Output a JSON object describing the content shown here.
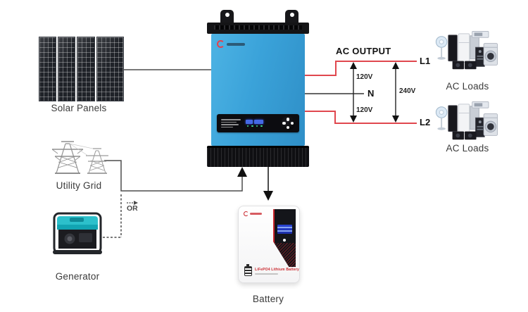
{
  "components": {
    "solar_panels": {
      "label": "Solar Panels"
    },
    "utility_grid": {
      "label": "Utility Grid"
    },
    "generator": {
      "label": "Generator"
    },
    "or_connector": {
      "label": "OR"
    },
    "inverter": {
      "type": "hybrid solar inverter"
    },
    "battery": {
      "label": "Battery",
      "product_text": "LiFePO4 Lithium Battery"
    },
    "ac_loads_top": {
      "label": "AC Loads"
    },
    "ac_loads_bottom": {
      "label": "AC Loads"
    }
  },
  "ac_output": {
    "title": "AC OUTPUT",
    "line_l1": "L1",
    "line_n": "N",
    "line_l2": "L2",
    "voltage_l1_n": "120V",
    "voltage_n_l2": "120V",
    "voltage_l1_l2": "240V"
  },
  "colors": {
    "inverter_blue": "#3aa2d9",
    "ac_wire_red": "#e0474e",
    "neutral_wire": "#333333",
    "connector_gray": "#4d4d4d",
    "generator_teal": "#2cc0cb",
    "battery_accent_red": "#c9252c",
    "lcd_blue": "#2a44d4",
    "label_text": "#3a3a3a"
  }
}
